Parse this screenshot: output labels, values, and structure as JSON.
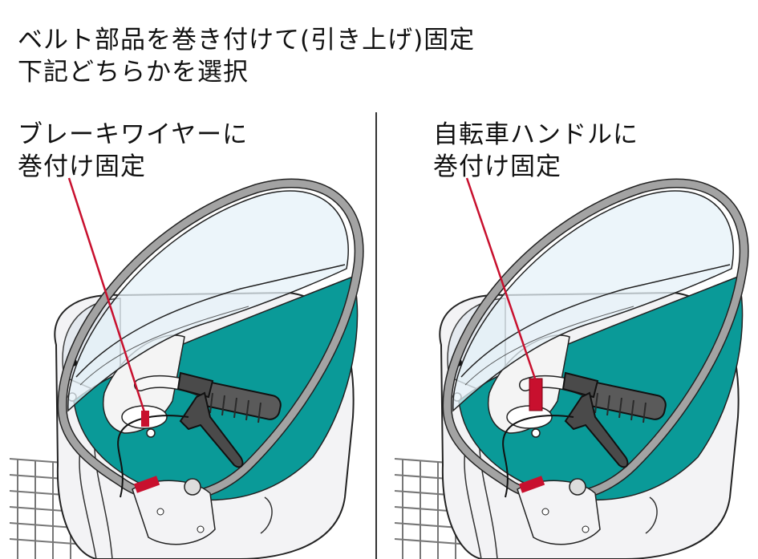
{
  "heading": {
    "line1": "ベルト部品を巻き付けて(引き上げ)固定",
    "line2": "下記どちらかを選択"
  },
  "panels": [
    {
      "label_line1": "ブレーキワイヤーに",
      "label_line2": "巻付け固定"
    },
    {
      "label_line1": "自転車ハンドルに",
      "label_line2": "巻付け固定"
    }
  ],
  "colors": {
    "teal": "#0a9a98",
    "strap_red": "#c8102e",
    "canopy_fill": "#e6f2f8",
    "frame_gray": "#9b9b9b",
    "grip_gray": "#5a5a5a"
  },
  "icons": [
    "seat-canopy-illustration",
    "handlebar-grip",
    "brake-lever",
    "brand-tag"
  ]
}
